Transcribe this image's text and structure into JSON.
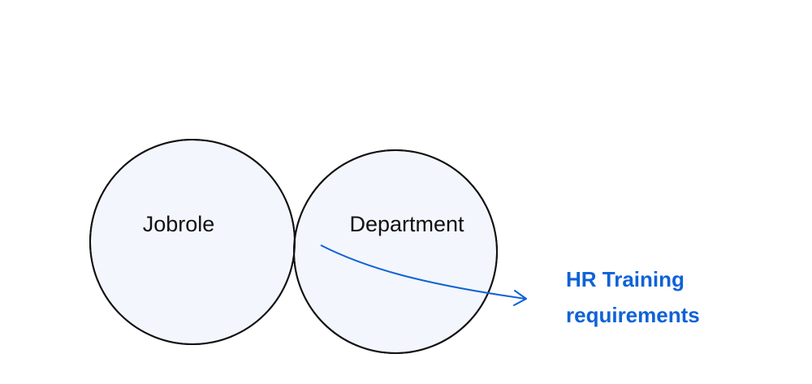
{
  "diagram": {
    "type": "venn",
    "sets": [
      {
        "label": "Jobrole"
      },
      {
        "label": "Department"
      }
    ],
    "intersection": {
      "callout_lines": [
        "HR Training",
        "requirements"
      ]
    },
    "colors": {
      "circle_fill": "#f3f6fc",
      "circle_stroke": "#111111",
      "intersection_fill": "#0f62d6",
      "callout_text": "#0f62d6",
      "arrow": "#0f62d6"
    }
  }
}
